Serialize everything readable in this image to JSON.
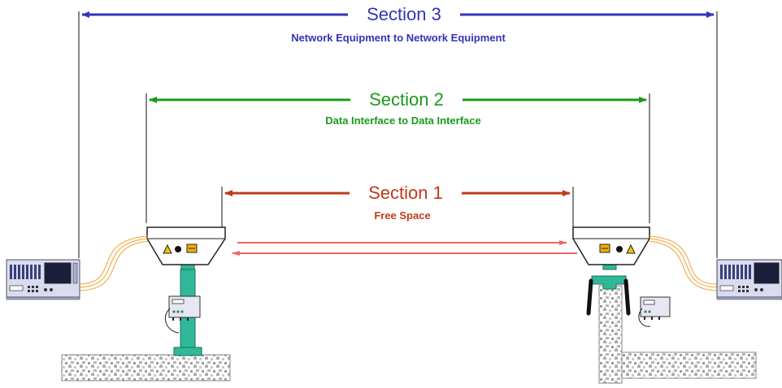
{
  "colors": {
    "section3": "#3333bb",
    "section2": "#1a9a1a",
    "section1": "#c03a1a",
    "beam": "#ee6666",
    "cable": "#f0a030",
    "pedestal": "#30b898",
    "ground": "#bdbdbd"
  },
  "sections": {
    "s3": {
      "title": "Section 3",
      "subtitle": "Network Equipment to Network Equipment"
    },
    "s2": {
      "title": "Section 2",
      "subtitle": "Data Interface to Data Interface"
    },
    "s1": {
      "title": "Section 1",
      "subtitle": "Free Space"
    }
  },
  "icons": {
    "equipment": "network-analyzer",
    "head": "transceiver-head",
    "interface": "data-interface-box",
    "warning": "warning-triangle"
  }
}
